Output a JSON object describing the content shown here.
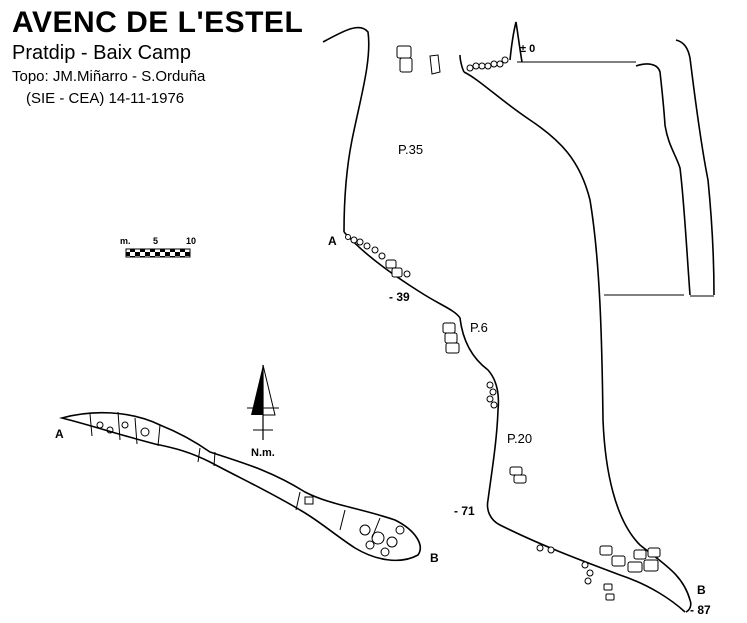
{
  "header": {
    "title": "AVENC DE L'ESTEL",
    "location": "Pratdip - Baix Camp",
    "topo": "Topo: JM.Miñarro - S.Orduña",
    "credit": "(SIE - CEA) 14-11-1976"
  },
  "scale_bar": {
    "unit_label": "m.",
    "tick_5": "5",
    "tick_10": "10"
  },
  "north_arrow": {
    "label": "N.m."
  },
  "section": {
    "pitch_labels": [
      "P.35",
      "P.6",
      "P.20"
    ],
    "depth_labels": [
      "± 0",
      "- 39",
      "- 71",
      "- 87"
    ],
    "point_a": "A",
    "point_b": "B"
  },
  "plan": {
    "point_a": "A",
    "point_b": "B"
  }
}
